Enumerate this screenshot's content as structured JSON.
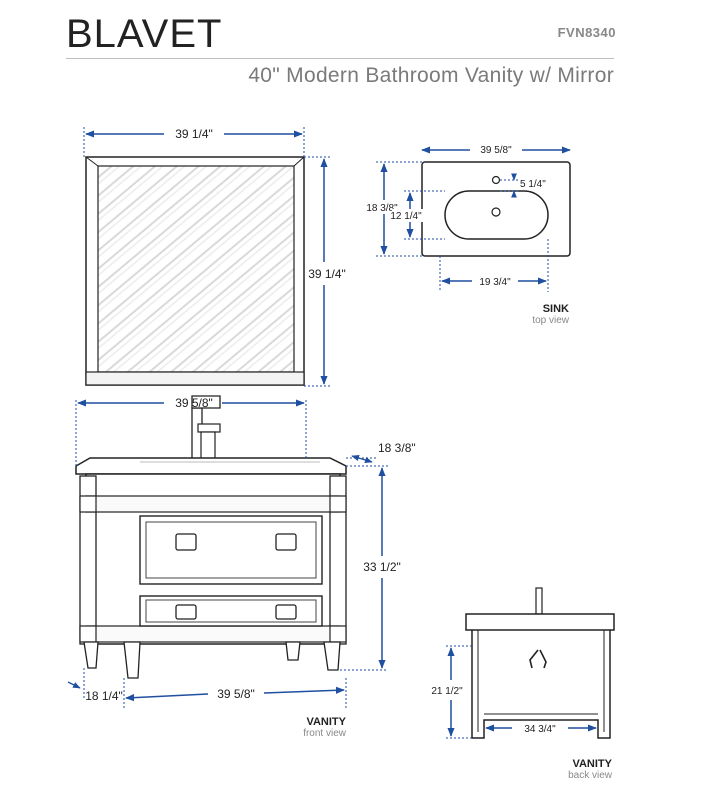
{
  "header": {
    "brand": "BLAVET",
    "model": "FVN8340",
    "subtitle": "40\" Modern Bathroom Vanity w/ Mirror"
  },
  "mirror": {
    "width_label": "39 1/4\"",
    "height_label": "39 1/4\""
  },
  "sink": {
    "width_label": "39 5/8\"",
    "depth_label": "18 3/8\"",
    "basin_depth_label": "12 1/4\"",
    "drain_offset_label": "5 1/4\"",
    "basin_center_label": "19 3/4\"",
    "caption": "SINK",
    "caption_sub": "top view"
  },
  "vanity_front": {
    "top_width_label": "39 5/8\"",
    "depth_label": "18 3/8\"",
    "height_label": "33 1/2\"",
    "side_depth_label": "18 1/4\"",
    "base_width_label": "39 5/8\"",
    "caption": "VANITY",
    "caption_sub": "front view"
  },
  "vanity_back": {
    "height_label": "21 1/2\"",
    "width_label": "34 3/4\"",
    "caption": "VANITY",
    "caption_sub": "back view"
  },
  "colors": {
    "dimension": "#1f4fa0",
    "outline": "#222222"
  }
}
